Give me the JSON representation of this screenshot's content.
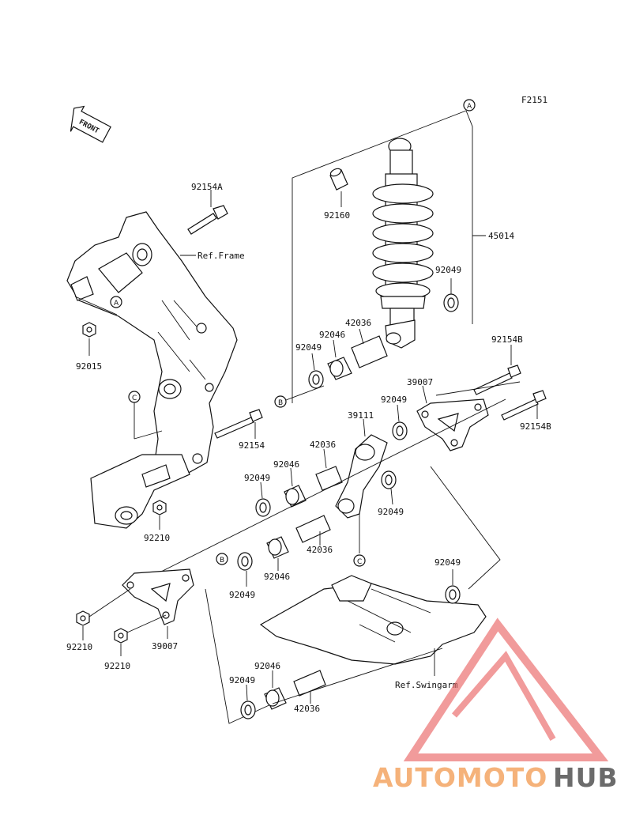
{
  "figure_code": "F2151",
  "front_label": "FRONT",
  "ref_frame": "Ref.Frame",
  "ref_swingarm": "Ref.Swingarm",
  "callouts": {
    "a": "A",
    "b": "B",
    "c": "C"
  },
  "parts": {
    "p92154A": "92154A",
    "p92015": "92015",
    "p92154": "92154",
    "p92210": "92210",
    "p92160": "92160",
    "p45014": "45014",
    "p92049": "92049",
    "p92046": "92046",
    "p42036": "42036",
    "p92154B": "92154B",
    "p39007": "39007",
    "p39111": "39111"
  },
  "watermark": {
    "part1": "AUTOMOTO",
    "part2": "HUB",
    "color1": "#f5b27a",
    "color2": "#6b6b6b",
    "logo_color": "#e85a5a"
  }
}
